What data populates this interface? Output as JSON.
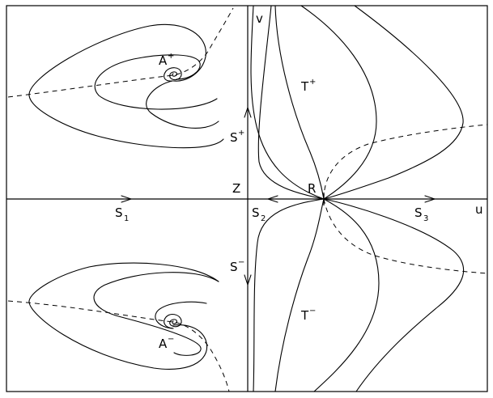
{
  "diagram": {
    "axes": {
      "horizontal": "u",
      "vertical": "v"
    },
    "points": {
      "origin": "Z",
      "saddle": "R",
      "focus_upper": {
        "base": "A",
        "sup": "+"
      },
      "focus_lower": {
        "base": "A",
        "sup": "−"
      }
    },
    "manifolds": {
      "s_plus": {
        "base": "S",
        "sup": "+"
      },
      "s_minus": {
        "base": "S",
        "sup": "−"
      },
      "s1": {
        "base": "S",
        "sub": "1"
      },
      "s2": {
        "base": "S",
        "sub": "2"
      },
      "s3": {
        "base": "S",
        "sub": "3"
      }
    },
    "regions": {
      "t_plus": {
        "base": "T",
        "sup": "+"
      },
      "t_minus": {
        "base": "T",
        "sup": "−"
      }
    },
    "colors": {
      "stroke": "#000000",
      "background": "#ffffff"
    }
  }
}
